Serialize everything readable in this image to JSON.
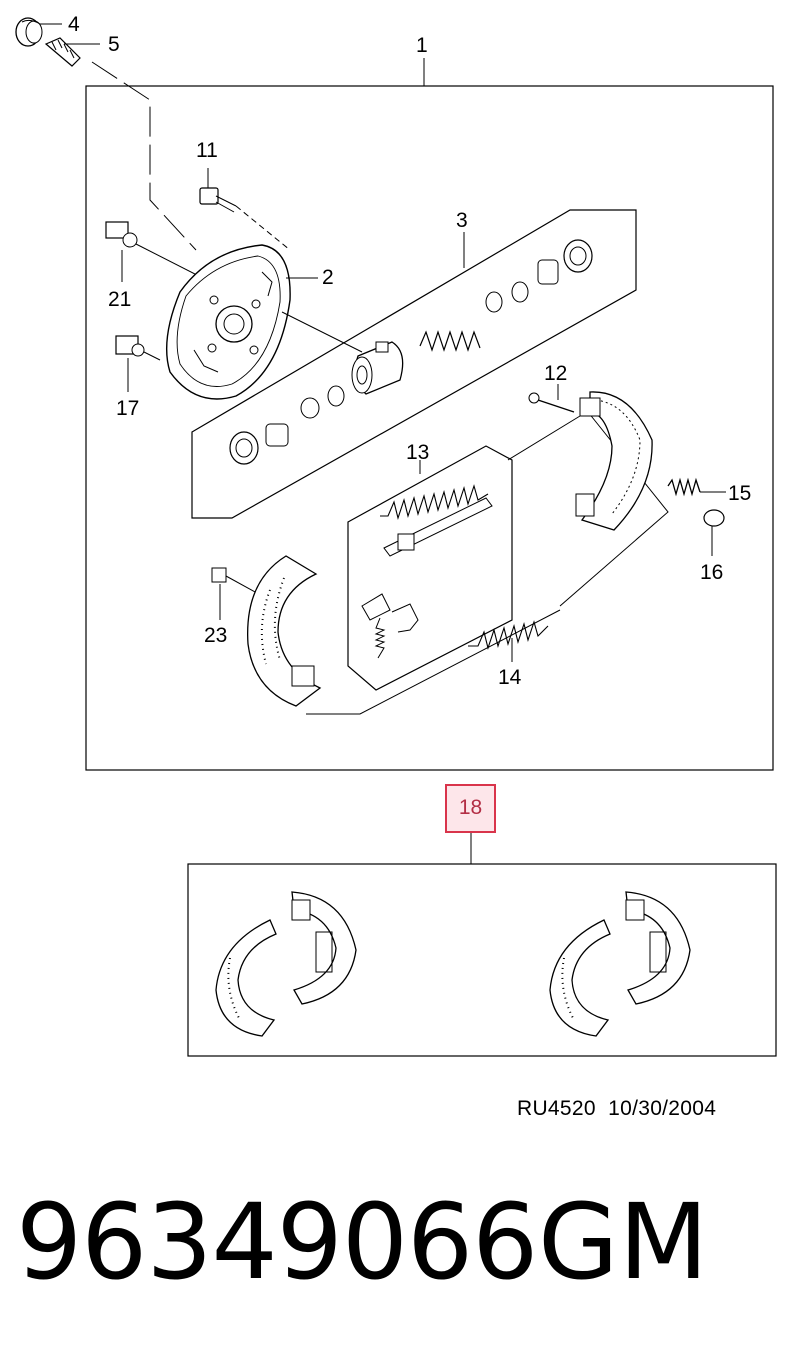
{
  "callouts": {
    "c1": "1",
    "c2": "2",
    "c3": "3",
    "c4": "4",
    "c5": "5",
    "c11": "11",
    "c12": "12",
    "c13": "13",
    "c14": "14",
    "c15": "15",
    "c16": "16",
    "c17": "17",
    "c18": "18",
    "c21": "21",
    "c23": "23"
  },
  "footer": {
    "reference": "RU4520  10/30/2004",
    "part_number": "96349066",
    "brand": "GM"
  },
  "colors": {
    "line": "#000000",
    "highlight_fill": "#fde6ea",
    "highlight_border": "#d9344b",
    "highlight_text": "#b32e45"
  },
  "icons": [
    "brake-backing-plate",
    "wheel-cylinder",
    "brake-shoe",
    "return-spring",
    "adjuster"
  ]
}
